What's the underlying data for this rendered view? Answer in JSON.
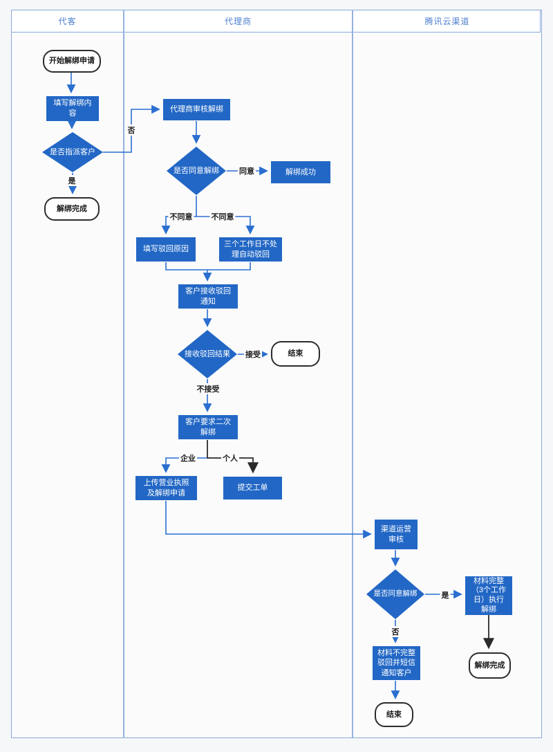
{
  "lanes": [
    {
      "label": "代客"
    },
    {
      "label": "代理商"
    },
    {
      "label": "腾讯云渠道"
    }
  ],
  "nodes": {
    "start": {
      "label": "开始解绑申请"
    },
    "fill_content": {
      "lines": [
        "填写解绑内",
        "容"
      ]
    },
    "assign_decision": {
      "label": "是否指派客户"
    },
    "unbind_done_1": {
      "label": "解绑完成"
    },
    "agent_review": {
      "label": "代理商审核解绑"
    },
    "agree_decision": {
      "label": "是否同意解绑"
    },
    "unbind_success": {
      "label": "解绑成功"
    },
    "reject_reason": {
      "label": "填写驳回原因"
    },
    "auto_reject": {
      "lines": [
        "三个工作日不处",
        "理自动驳回"
      ]
    },
    "notify_reject": {
      "lines": [
        "客户接收驳回",
        "通知"
      ]
    },
    "receive_decision": {
      "label": "接收驳回结果"
    },
    "end_1": {
      "label": "结束"
    },
    "second_unbind": {
      "lines": [
        "客户要求二次",
        "解绑"
      ]
    },
    "upload_license": {
      "lines": [
        "上传营业执照",
        "及解绑申请"
      ]
    },
    "submit_ticket": {
      "label": "提交工单"
    },
    "channel_review": {
      "lines": [
        "渠道运营",
        "审核"
      ]
    },
    "channel_decision": {
      "label": "是否同意解绑"
    },
    "complete_exec": {
      "lines": [
        "材料完整",
        "（3个工作",
        "日）执行",
        "解绑"
      ]
    },
    "incomplete": {
      "lines": [
        "材料不完整",
        "驳回并短信",
        "通知客户"
      ]
    },
    "unbind_done_2": {
      "label": "解绑完成"
    },
    "end_2": {
      "label": "结束"
    }
  },
  "edge_labels": {
    "no_1": "否",
    "yes_1": "是",
    "agree": "同意",
    "disagree_left": "不同意",
    "disagree_right": "不同意",
    "accept": "接受",
    "not_accept": "不接受",
    "enterprise": "企业",
    "personal": "个人",
    "yes_2": "是",
    "no_2": "否"
  },
  "colors": {
    "node_fill": "#2267c5",
    "edge_blue": "#2a6ed0",
    "edge_black": "#2b2b2b",
    "lane_border": "#88a9dc",
    "header_text": "#4d7fd1"
  }
}
